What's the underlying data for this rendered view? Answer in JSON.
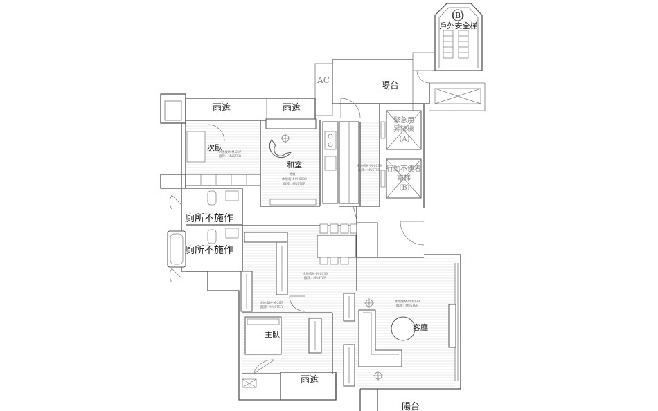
{
  "labels": {
    "stair_b_mark": "(B)",
    "outdoor_stair": "戶外安全梯",
    "ac": "AC",
    "balcony_top": "陽台",
    "rain_shelter_1": "雨遮",
    "rain_shelter_2": "雨遮",
    "rain_shelter_bottom": "雨遮",
    "elevator_a": [
      "緊急用",
      "昇降機",
      "(A)"
    ],
    "elevator_b": [
      "行動不便者",
      "電梯",
      "(B)"
    ],
    "second_bedroom": "次臥",
    "tatami_room": "和室",
    "toilet_1": "廁所不施作",
    "toilet_2": "廁所不施作",
    "master_bedroom": "主臥",
    "living_room": "客廳",
    "balcony_bottom": "陽台"
  },
  "floor_notes": {
    "second_bedroom": [
      "木地板M-M-287",
      "廠牌：MUSTER"
    ],
    "tatami_room": [
      "地板",
      "木地板M-M-6039",
      "廠牌：MUSTER"
    ],
    "elevator_lobby": [
      "木地板M-M-6039",
      "廠牌：MUSTER"
    ],
    "corridor": [
      "木地板M-M-6039",
      "廠牌：MUSTER"
    ],
    "master_bedroom": [
      "木地板M-M-287",
      "廠牌：MUSTER"
    ],
    "living_room": [
      "木地板M-M-6039",
      "廠牌：MUSTER"
    ]
  }
}
